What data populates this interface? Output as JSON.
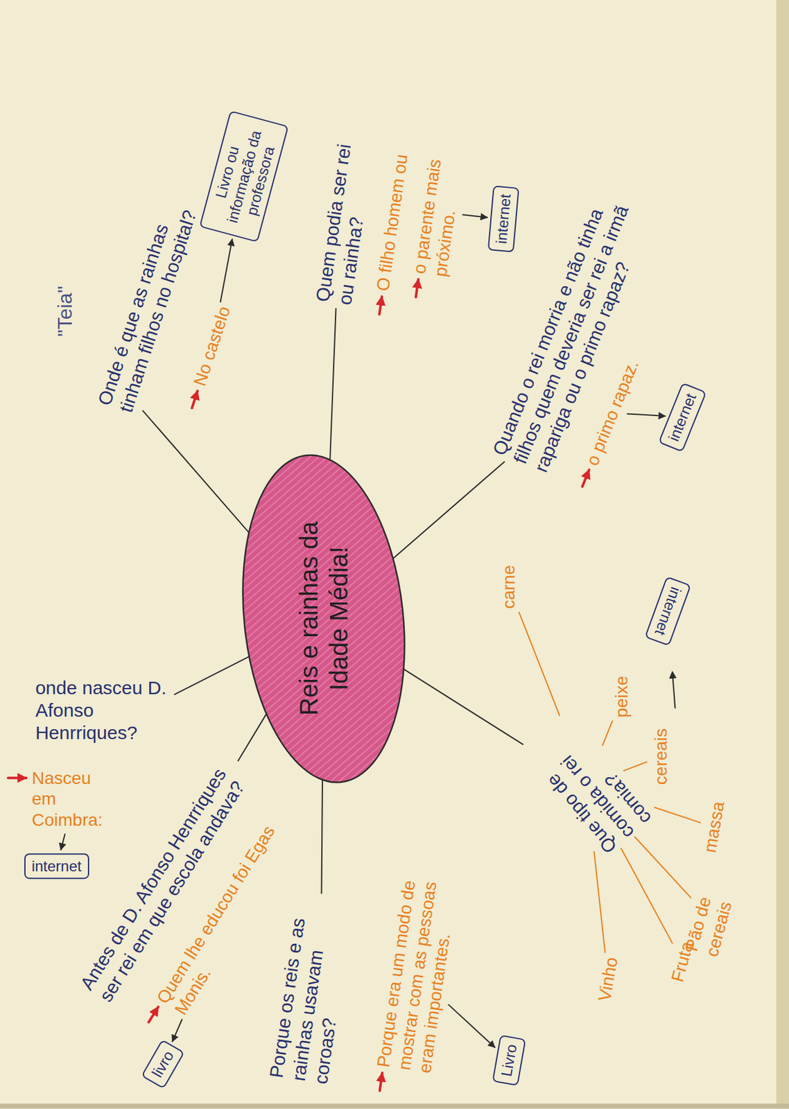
{
  "diagram": {
    "nodes": [
      {
        "text": [
          "Reis e rainhas da Idade Média!"
        ]
      },
      {
        "text": [
          "Livro ou informação da professora"
        ]
      },
      {
        "text": [
          "internet"
        ]
      },
      {
        "text": [
          "internet"
        ]
      },
      {
        "text": [
          "internet"
        ]
      },
      {
        "text": [
          "Livro"
        ]
      },
      {
        "text": [
          "livro"
        ]
      },
      {
        "text": [
          "internet"
        ]
      }
    ],
    "labels": [
      "\"Teia\"",
      "Onde é que as rainhas tinham filhos no hospital?",
      "No castelo",
      "Quem podia ser rei ou rainha?",
      "O filho homem ou",
      "o parente mais próximo.",
      "Quando o rei morria e não tinha filhos quem deveria ser rei a irmã rapariga ou o primo rapaz?",
      "o primo rapaz.",
      "Que tipo de comida o rei comia?",
      "carne",
      "peixe",
      "cereais",
      "massa",
      "Pão de cereais",
      "Fruta",
      "Vinho",
      "Porque os reis e as rainhas usavam coroas?",
      "Porque era um modo de mostrar com as pessoas eram importantes.",
      "Antes de D. Afonso Henrriques ser rei em que escola andava?",
      "Quem lhe educou foi Egas Monis.",
      "onde nasceu D. Afonso Henrriques?",
      "Nasceu em Coimbra:"
    ]
  }
}
